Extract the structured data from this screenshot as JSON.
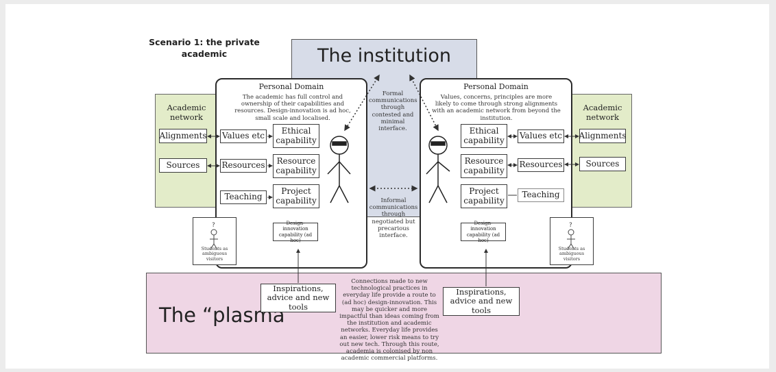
{
  "scenario_title": "Scenario 1: the private academic",
  "institution_title": "The institution",
  "plasma_title": "The “plasma”",
  "left": {
    "domain_title": "Personal Domain",
    "domain_desc": "The academic has full control and ownership of their capabilities and resources. Design-innovation is ad hoc, small scale and localised.",
    "network_title": "Academic network",
    "alignments": "Alignments",
    "sources": "Sources",
    "values": "Values etc",
    "resources": "Resources",
    "teaching": "Teaching",
    "ethical": "Ethical capability",
    "resource_cap": "Resource capability",
    "project": "Project capability",
    "design_innovation": "Design-innovation capability (ad hoc)",
    "students": "Students as ambiguous visitors",
    "inspirations": "Inspirations, advice and new tools"
  },
  "right": {
    "domain_title": "Personal Domain",
    "domain_desc": "Values, concerns, principles are more likely to come through strong alignments with an academic network from beyond the institution.",
    "network_title": "Academic network",
    "alignments": "Alignments",
    "sources": "Sources",
    "values": "Values etc",
    "resources": "Resources",
    "teaching": "Teaching",
    "ethical": "Ethical capability",
    "resource_cap": "Resource capability",
    "project": "Project capability",
    "design_innovation": "Design-innovation capability (ad hoc)",
    "students": "Students as ambiguous visitors",
    "inspirations": "Inspirations, advice and new tools"
  },
  "formal_comm": "Formal communications through contested and minimal interface.",
  "informal_comm": "Informal communications through negotiated but precarious interface.",
  "connections_text": "Connections made to new technological practices in everyday life provide a route to (ad hoc) design-innovation. This may be quicker and more impactful than ideas coming from the institution and academic networks. Everyday life provides an easier, lower risk means to try out new tech. Through this route, academia is colonised by non academic commercial platforms.",
  "colors": {
    "institution": "#d7dce8",
    "plasma": "#efd6e5",
    "network": "#e3ecc9",
    "background": "#ececec"
  }
}
